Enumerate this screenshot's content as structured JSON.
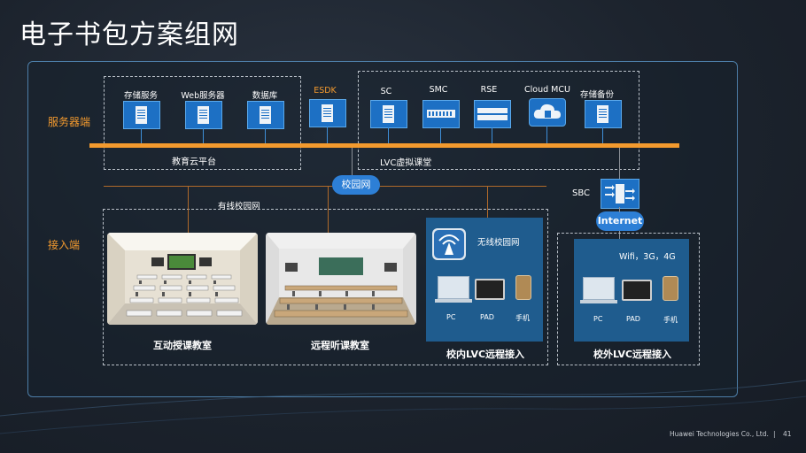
{
  "page": {
    "title": "电子书包方案组网",
    "footer_company": "Huawei Technologies Co., Ltd.",
    "footer_separator": "|",
    "page_number": "41"
  },
  "sections": {
    "server_side": "服务器端",
    "access_side": "接入端"
  },
  "servers": [
    {
      "label": "存储服务",
      "icon": "server-icon"
    },
    {
      "label": "Web服务器",
      "icon": "server-icon"
    },
    {
      "label": "数据库",
      "icon": "server-icon"
    },
    {
      "label": "ESDK",
      "icon": "server-icon"
    },
    {
      "label": "SC",
      "icon": "server-icon"
    },
    {
      "label": "SMC",
      "icon": "rack-switch-icon"
    },
    {
      "label": "RSE",
      "icon": "rack-device-icon"
    },
    {
      "label": "Cloud MCU",
      "icon": "cloud-server-icon"
    },
    {
      "label": "存储备份",
      "icon": "server-icon"
    }
  ],
  "groups": {
    "edu_cloud": "教育云平台",
    "lvc_classroom": "LVC虚拟课堂"
  },
  "network": {
    "campus_net": "校园网",
    "wired_campus_net": "有线校园网",
    "sbc": "SBC",
    "internet": "Internet",
    "wireless_campus_net": "无线校园网",
    "wifi_3g_4g": "Wifi，3G，4G"
  },
  "classrooms": {
    "interactive": "互动授课教室",
    "remote_listen": "远程听课教室"
  },
  "remote_access": {
    "inside": {
      "caption": "校内LVC远程接入",
      "devices": [
        "PC",
        "PAD",
        "手机"
      ]
    },
    "outside": {
      "caption": "校外LVC远程接入",
      "devices": [
        "PC",
        "PAD",
        "手机"
      ]
    }
  },
  "colors": {
    "accent_orange": "#f39a2e",
    "server_blue": "#1d70c4",
    "panel_border": "#4d7ea8",
    "device_box": "#1f5c8e"
  }
}
